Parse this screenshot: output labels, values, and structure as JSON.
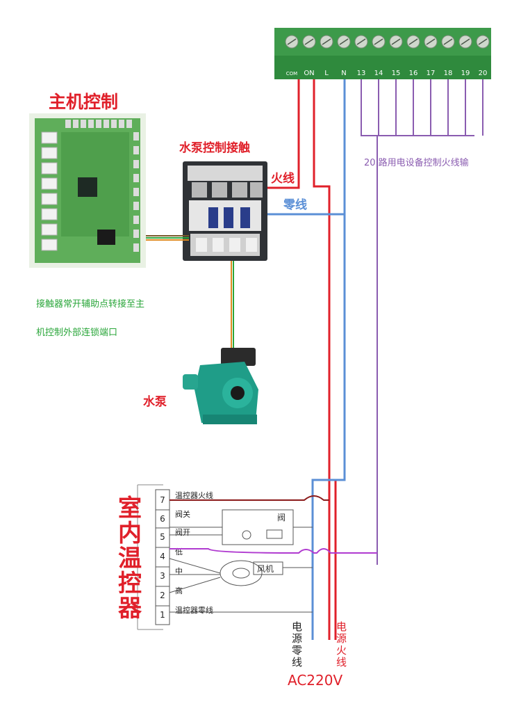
{
  "labels": {
    "main_control": "主机控制",
    "pump_contact": "水泵控制接触",
    "live_wire": "火线",
    "neutral_wire": "零线",
    "output_note": "20  路用电设备控制火线输",
    "aux_note_line1": "接触器常开辅助点转接至主",
    "aux_note_line2": "机控制外部连锁端口",
    "pump": "水泵",
    "thermostat_title": [
      "室",
      "内",
      "温",
      "控",
      "器"
    ],
    "power_neutral": [
      "电",
      "源",
      "零",
      "线"
    ],
    "power_live": [
      "电",
      "源",
      "火",
      "线"
    ],
    "ac_voltage": "AC220V",
    "valve_box_label": "阀",
    "fan_label": "风机"
  },
  "terminal_block": {
    "labels": [
      "COM",
      "ON",
      "L",
      "N",
      "13",
      "14",
      "15",
      "16",
      "17",
      "18",
      "19",
      "20"
    ]
  },
  "thermostat_terminals": [
    {
      "num": "7",
      "label": "温控器火线"
    },
    {
      "num": "6",
      "label": "阀关"
    },
    {
      "num": "5",
      "label": "阀开"
    },
    {
      "num": "4",
      "label": "低"
    },
    {
      "num": "3",
      "label": "中"
    },
    {
      "num": "2",
      "label": "高"
    },
    {
      "num": "1",
      "label": "温控器零线"
    }
  ],
  "colors": {
    "live": "#e0202a",
    "neutral": "#5b8fd6",
    "output": "#8a5cb0",
    "darkred": "#8b1a1a",
    "magenta": "#b03ad0",
    "green_note": "#2aa63a",
    "title_red": "#e0202a",
    "terminal_green": "#3d9a4a"
  }
}
